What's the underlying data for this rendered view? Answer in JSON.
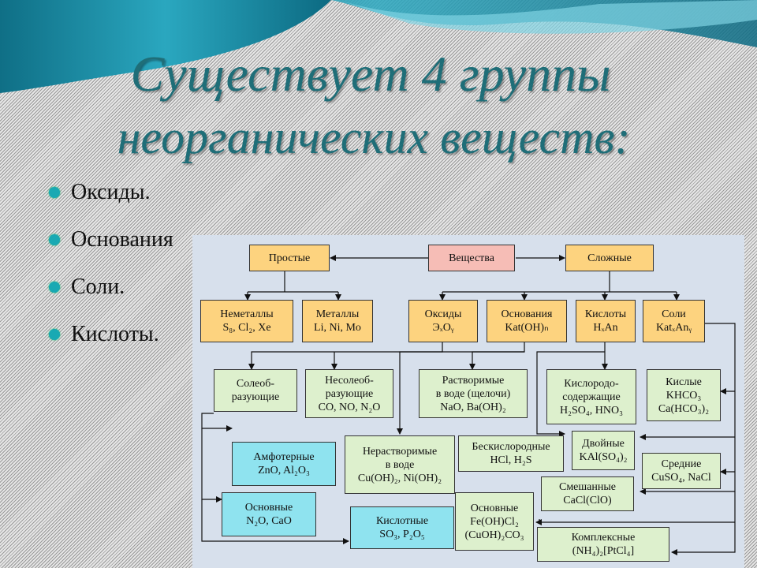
{
  "title": {
    "line1": "Существует 4 группы",
    "line2": "неорганических веществ:"
  },
  "bullets": [
    "Оксиды.",
    "Основания",
    "Соли.",
    "Кислоты."
  ],
  "boxes": {
    "prostye": [
      "Простые"
    ],
    "veschestva": [
      "Вещества"
    ],
    "slozhnye": [
      "Сложные"
    ],
    "nemetally": [
      "Неметаллы",
      "S₈, Cl₂, Xe"
    ],
    "metally": [
      "Металлы",
      "Li, Ni, Mo"
    ],
    "oksidy": [
      "Оксиды",
      "ЭₓOᵧ"
    ],
    "osnovaniya": [
      "Основания",
      "Kat(OH)ₙ"
    ],
    "kisloty": [
      "Кислоты",
      "HₓAn"
    ],
    "soli": [
      "Соли",
      "KatₓAnᵧ"
    ],
    "soleobrazuyuschie": [
      "Солеоб-",
      "разующие"
    ],
    "nesoleobrazuyuschie": [
      "Несолеоб-",
      "разующие",
      "CO, NO, N₂O"
    ],
    "rastvorimye": [
      "Растворимые",
      "в воде (щелочи)",
      "NaO, Ba(OH)₂"
    ],
    "kislorodosoderzh": [
      "Кислородо-",
      "содержащие",
      "H₂SO₄, HNO₃"
    ],
    "kislye": [
      "Кислые",
      "KHCO₃",
      "Ca(HCO₃)₂"
    ],
    "amfoternye": [
      "Амфотерные",
      "ZnO, Al₂O₃"
    ],
    "nerastvorimye": [
      "Нерастворимые",
      "в воде",
      "Cu(OH)₂, Ni(OH)₂"
    ],
    "beskislorodnye": [
      "Бескислородные",
      "HCl, H₂S"
    ],
    "dvoinye": [
      "Двойные",
      "KAl(SO₄)₂"
    ],
    "srednie": [
      "Средние",
      "CuSO₄, NaCl"
    ],
    "smeshannye": [
      "Смешанные",
      "CaCl(ClO)"
    ],
    "osnovnye_oksidy": [
      "Основные",
      "N₂O, CaO"
    ],
    "kislotnye": [
      "Кислотные",
      "SO₃, P₂O₅"
    ],
    "osnovnye_soli": [
      "Основные",
      "Fe(OH)Cl₂",
      "(CuOH)₂CO₃"
    ],
    "kompleksnye": [
      "Комплексные",
      "(NH₄)₂[PtCl₄]"
    ]
  },
  "colors": {
    "accent": "#1f6e78",
    "bullet": "#19a9b3",
    "yellow": "#fdd37f",
    "pink": "#f6bdb6",
    "green": "#ddf0cd",
    "cyan": "#8fe3ef",
    "panel": "#d7e0ec"
  }
}
